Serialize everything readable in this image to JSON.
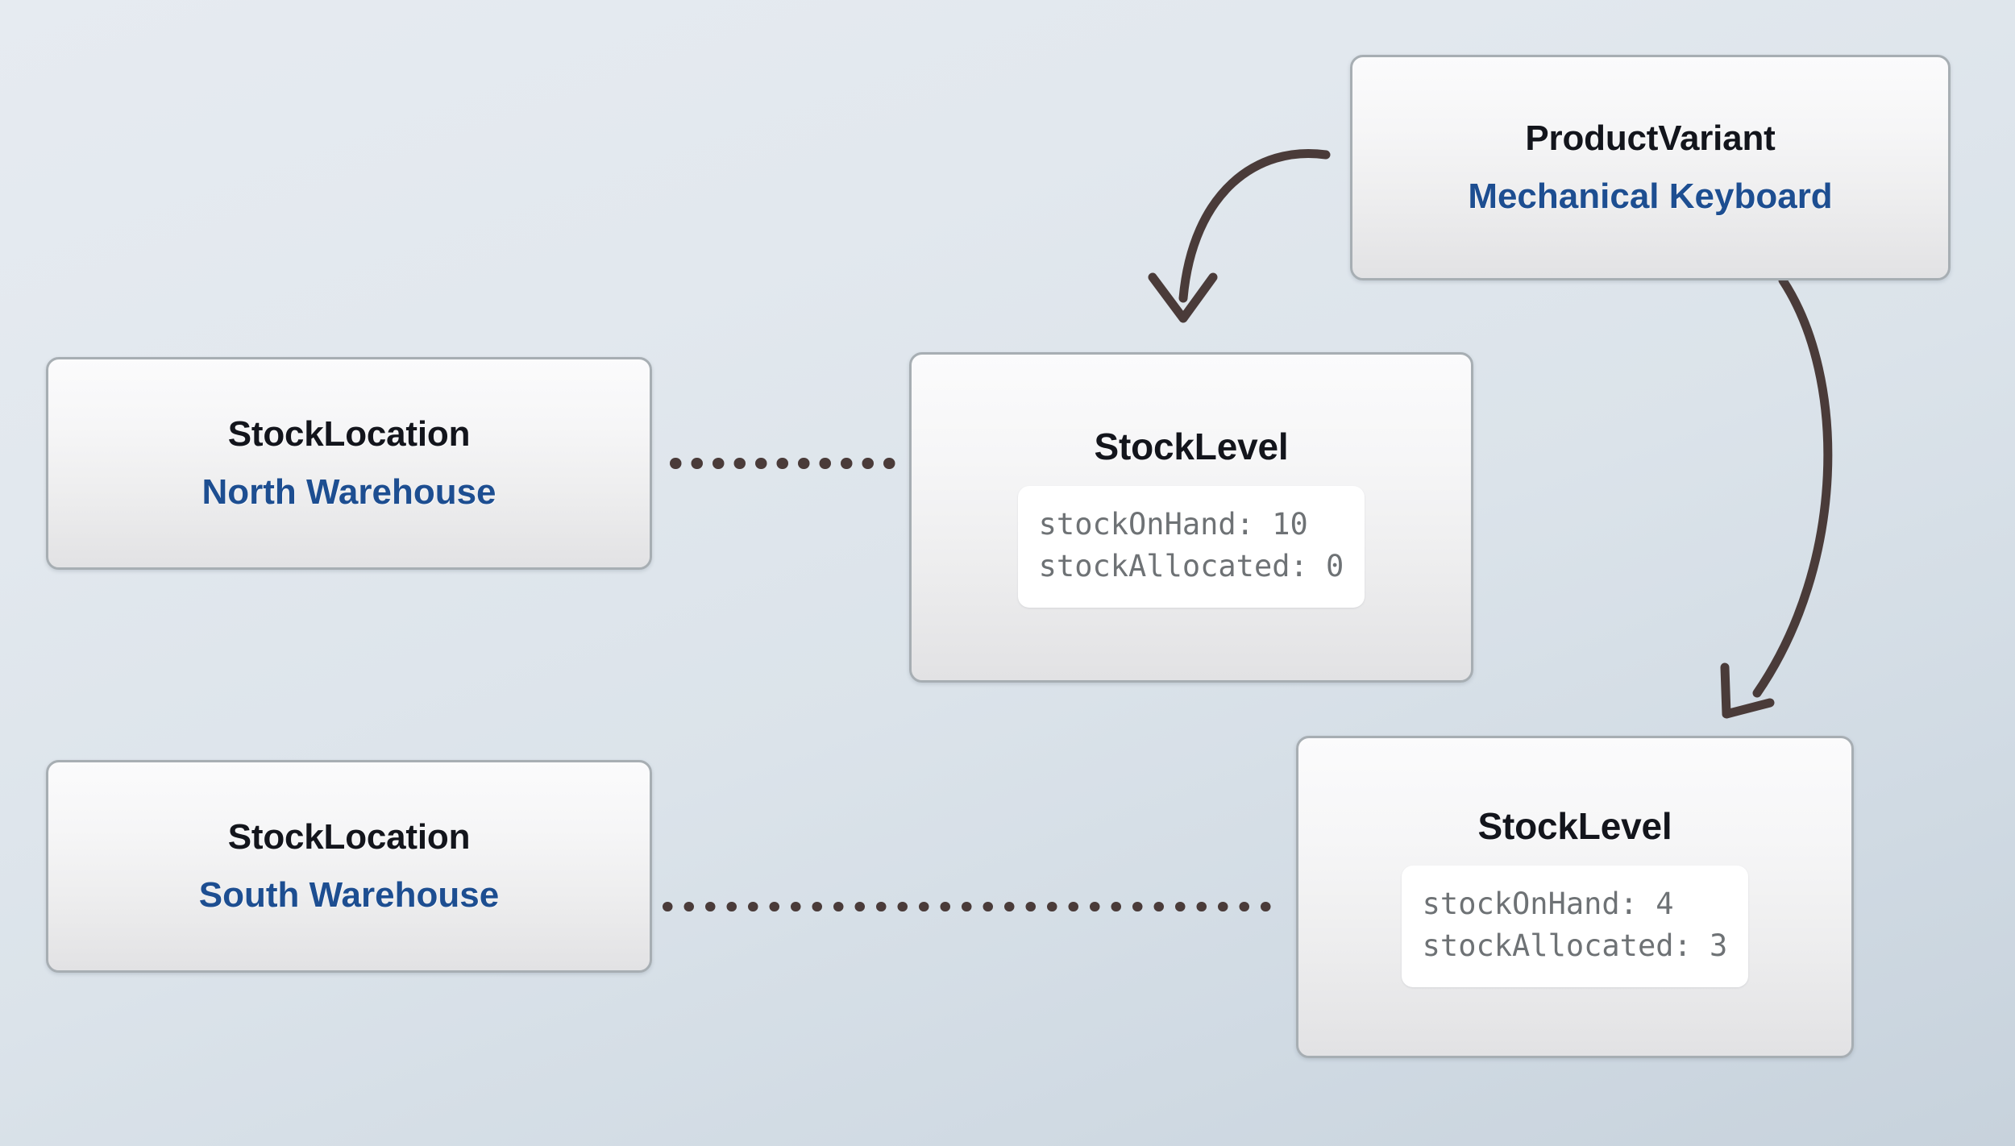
{
  "diagram": {
    "type": "entity-relationship",
    "background_top_color": "#e6ebf1",
    "background_bottom_color": "#c7d2dc",
    "node_border_color": "#a7aeb3",
    "title_color": "#13151c",
    "subtitle_color": "#1d4e91",
    "attribute_text_color": "#6e7275",
    "edge_color": "#4a3b39",
    "nodes": [
      {
        "id": "product-variant",
        "title": "ProductVariant",
        "subtitle": "Mechanical Keyboard"
      },
      {
        "id": "stock-level-1",
        "title": "StockLevel",
        "attributes": [
          "stockOnHand: 10",
          "stockAllocated: 0"
        ]
      },
      {
        "id": "stock-level-2",
        "title": "StockLevel",
        "attributes": [
          "stockOnHand: 4",
          "stockAllocated: 3"
        ]
      },
      {
        "id": "stock-location-north",
        "title": "StockLocation",
        "subtitle": "North Warehouse"
      },
      {
        "id": "stock-location-south",
        "title": "StockLocation",
        "subtitle": "South Warehouse"
      }
    ],
    "edges": [
      {
        "id": "variant-to-level-1",
        "from": "product-variant",
        "to": "stock-level-1",
        "style": "curved-arrow"
      },
      {
        "id": "variant-to-level-2",
        "from": "product-variant",
        "to": "stock-level-2",
        "style": "curved-arrow"
      },
      {
        "id": "north-to-level-1",
        "from": "stock-location-north",
        "to": "stock-level-1",
        "style": "dotted-line"
      },
      {
        "id": "south-to-level-2",
        "from": "stock-location-south",
        "to": "stock-level-2",
        "style": "dotted-line"
      }
    ]
  }
}
